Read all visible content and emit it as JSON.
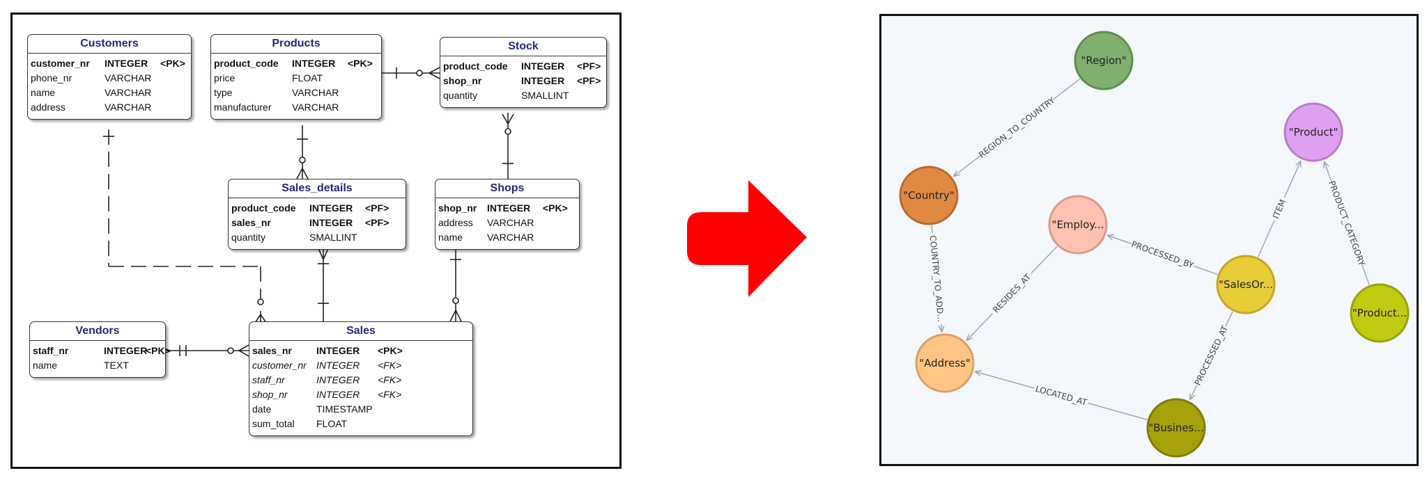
{
  "er_diagram": {
    "tables": [
      {
        "name": "Customers",
        "rows": [
          {
            "field": "customer_nr",
            "type": "INTEGER",
            "key": "<PK>",
            "style": "pk"
          },
          {
            "field": "phone_nr",
            "type": "VARCHAR",
            "key": "",
            "style": ""
          },
          {
            "field": "name",
            "type": "VARCHAR",
            "key": "",
            "style": ""
          },
          {
            "field": "address",
            "type": "VARCHAR",
            "key": "",
            "style": ""
          }
        ]
      },
      {
        "name": "Products",
        "rows": [
          {
            "field": "product_code",
            "type": "INTEGER",
            "key": "<PK>",
            "style": "pk"
          },
          {
            "field": "price",
            "type": "FLOAT",
            "key": "",
            "style": ""
          },
          {
            "field": "type",
            "type": "VARCHAR",
            "key": "",
            "style": ""
          },
          {
            "field": "manufacturer",
            "type": "VARCHAR",
            "key": "",
            "style": ""
          }
        ]
      },
      {
        "name": "Stock",
        "rows": [
          {
            "field": "product_code",
            "type": "INTEGER",
            "key": "<PF>",
            "style": "pf"
          },
          {
            "field": "shop_nr",
            "type": "INTEGER",
            "key": "<PF>",
            "style": "pf"
          },
          {
            "field": "quantity",
            "type": "SMALLINT",
            "key": "",
            "style": ""
          }
        ]
      },
      {
        "name": "Sales_details",
        "rows": [
          {
            "field": "product_code",
            "type": "INTEGER",
            "key": "<PF>",
            "style": "pf"
          },
          {
            "field": "sales_nr",
            "type": "INTEGER",
            "key": "<PF>",
            "style": "pf"
          },
          {
            "field": "quantity",
            "type": "SMALLINT",
            "key": "",
            "style": ""
          }
        ]
      },
      {
        "name": "Shops",
        "rows": [
          {
            "field": "shop_nr",
            "type": "INTEGER",
            "key": "<PK>",
            "style": "pk"
          },
          {
            "field": "address",
            "type": "VARCHAR",
            "key": "",
            "style": ""
          },
          {
            "field": "name",
            "type": "VARCHAR",
            "key": "",
            "style": ""
          }
        ]
      },
      {
        "name": "Vendors",
        "rows": [
          {
            "field": "staff_nr",
            "type": "INTEGER",
            "key": "<PK>",
            "style": "pk"
          },
          {
            "field": "name",
            "type": "TEXT",
            "key": "",
            "style": ""
          }
        ]
      },
      {
        "name": "Sales",
        "rows": [
          {
            "field": "sales_nr",
            "type": "INTEGER",
            "key": "<PK>",
            "style": "pk"
          },
          {
            "field": "customer_nr",
            "type": "INTEGER",
            "key": "<FK>",
            "style": "fk"
          },
          {
            "field": "staff_nr",
            "type": "INTEGER",
            "key": "<FK>",
            "style": "fk"
          },
          {
            "field": "shop_nr",
            "type": "INTEGER",
            "key": "<FK>",
            "style": "fk"
          },
          {
            "field": "date",
            "type": "TIMESTAMP",
            "key": "",
            "style": ""
          },
          {
            "field": "sum_total",
            "type": "FLOAT",
            "key": "",
            "style": ""
          }
        ]
      }
    ]
  },
  "arrow": {
    "color": "#ff0000"
  },
  "graph": {
    "nodes": [
      {
        "id": "region",
        "label": "\"Region\"",
        "color": "#7fb06e",
        "stroke": "#5c8f4c"
      },
      {
        "id": "product",
        "label": "\"Product\"",
        "color": "#e0a0f2",
        "stroke": "#b87cc9"
      },
      {
        "id": "country",
        "label": "\"Country\"",
        "color": "#e08943",
        "stroke": "#b9692a"
      },
      {
        "id": "employee",
        "label": "\"Employ...",
        "color": "#ffc2b0",
        "stroke": "#d99c89"
      },
      {
        "id": "salesorder",
        "label": "\"SalesOr...",
        "color": "#e8cc3a",
        "stroke": "#c4a820"
      },
      {
        "id": "productcat",
        "label": "\"Product...",
        "color": "#bfcb10",
        "stroke": "#98a20a"
      },
      {
        "id": "address",
        "label": "\"Address\"",
        "color": "#ffc585",
        "stroke": "#dba063"
      },
      {
        "id": "business",
        "label": "\"Busines...",
        "color": "#a5a10a",
        "stroke": "#7f7c06"
      }
    ],
    "edges": [
      {
        "from": "region",
        "to": "country",
        "label": "REGION_TO_COUNTRY"
      },
      {
        "from": "country",
        "to": "address",
        "label": "COUNTRY_TO_ADD..."
      },
      {
        "from": "employee",
        "to": "address",
        "label": "RESIDES_AT"
      },
      {
        "from": "salesorder",
        "to": "employee",
        "label": "PROCESSED_BY"
      },
      {
        "from": "salesorder",
        "to": "product",
        "label": "ITEM"
      },
      {
        "from": "productcat",
        "to": "product",
        "label": "PRODUCT_CATEGORY"
      },
      {
        "from": "salesorder",
        "to": "business",
        "label": "PROCESSED_AT"
      },
      {
        "from": "business",
        "to": "address",
        "label": "LOCATED_AT"
      }
    ]
  }
}
